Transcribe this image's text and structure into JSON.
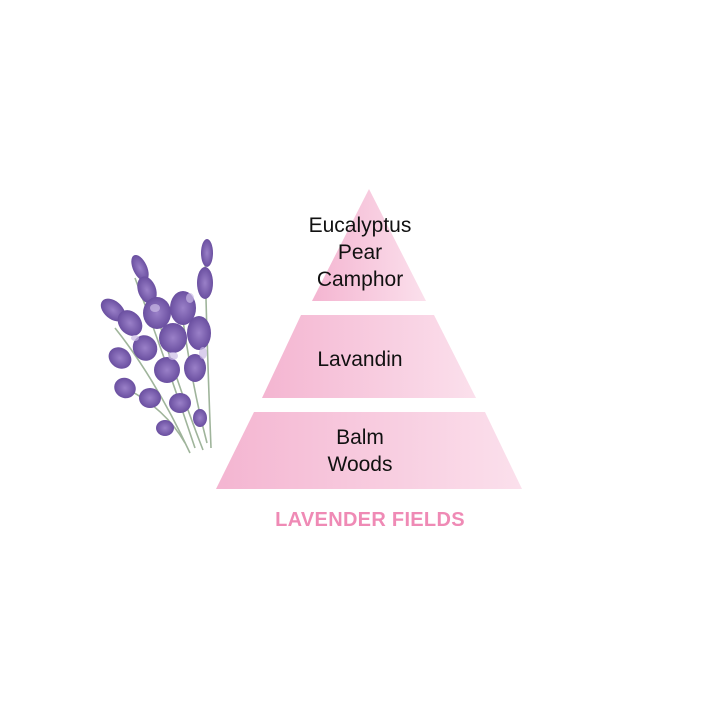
{
  "pyramid": {
    "top": {
      "lines": [
        "Eucalyptus",
        "Pear",
        "Camphor"
      ]
    },
    "middle": {
      "lines": [
        "Lavandin"
      ]
    },
    "base": {
      "lines": [
        "Balm",
        "Woods"
      ]
    }
  },
  "title": "LAVENDER FIELDS",
  "image": {
    "subject": "lavender-sprigs"
  },
  "colors": {
    "tier_left": "#f4b5d1",
    "tier_right": "#fbe0ec",
    "title": "#ef8ab5",
    "text": "#111111",
    "lavender": "#7b5fb0"
  }
}
